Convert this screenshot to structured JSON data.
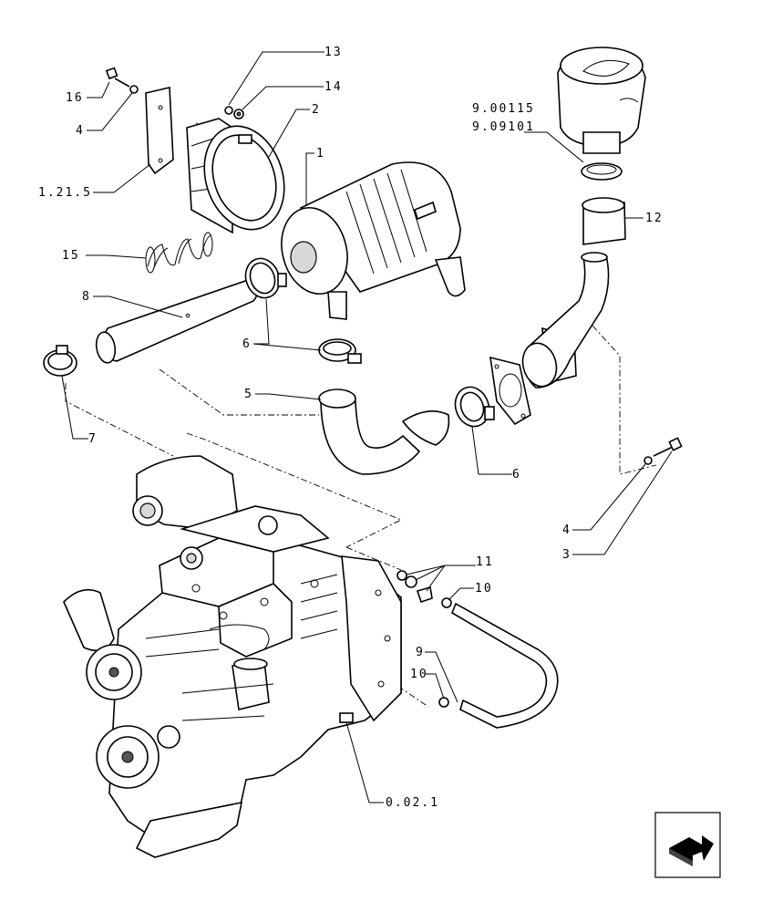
{
  "callouts": {
    "c16": "16",
    "c4a": "4",
    "c1215": "1.21.5",
    "c13": "13",
    "c14": "14",
    "c2": "2",
    "c1": "1",
    "c15": "15",
    "c8": "8",
    "c6a": "6",
    "c7": "7",
    "c5": "5",
    "c6b": "6",
    "c900115": "9.00115",
    "c909101": "9.09101",
    "c12": "12",
    "c4b": "4",
    "c3": "3",
    "c11": "11",
    "c10a": "10",
    "c9": "9",
    "c10b": "10",
    "c0021": "0.02.1"
  },
  "icons": {
    "nav": "next-page-arrow-icon"
  }
}
